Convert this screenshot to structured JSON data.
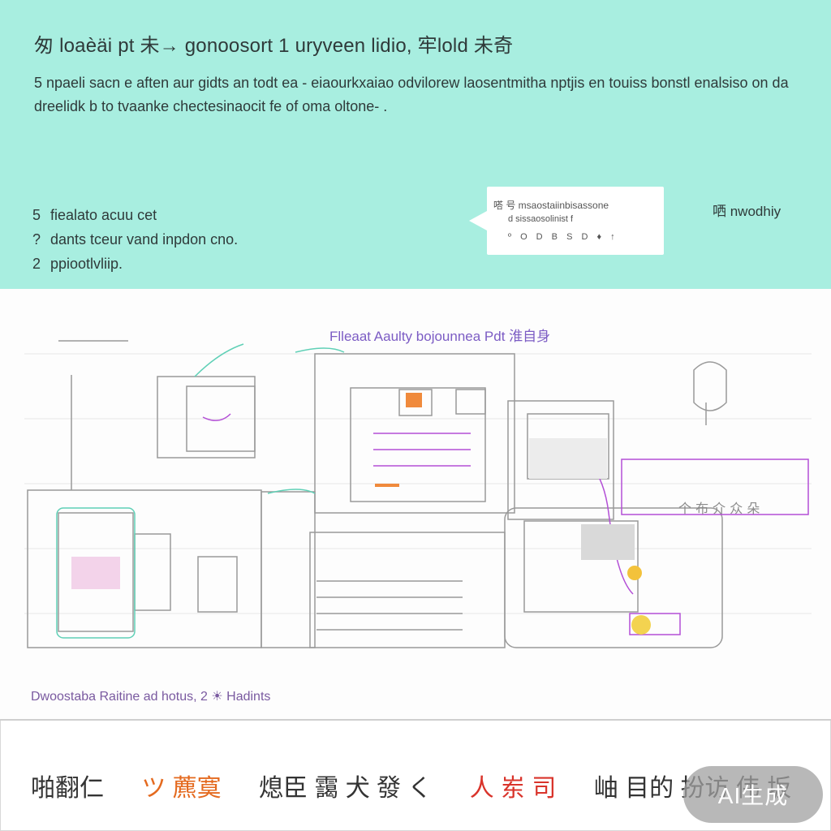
{
  "hero": {
    "title": "匆 loaèäi pt 未→ gonoosort 1 uryveen lidio, 牢lold 未奇",
    "description": "5 npaeli sacn e aften aur gidts an todt ea - eiaourkxaiao odvilorew laosentmitha nptjis en touiss bonstl enalsiso on da dreelidk b to tvaanke chectesinaocit fe of oma oltone- .",
    "list": [
      {
        "num": "5",
        "text": "fiealato acuu cet"
      },
      {
        "num": "?",
        "text": "dants tceur vand inpdon cno."
      },
      {
        "num": "2",
        "text": "ppiootlvliip."
      }
    ],
    "callout": {
      "line1": "嗒 号 msaostaiinbisassone",
      "line2": "d sissaosolinist f",
      "line3": "º O D B S D ♦ ↑"
    },
    "right_label": "哂 nwodhiy"
  },
  "diagram": {
    "title": "Flleaat Aaulty bojounnea Pdt 淮自身",
    "caption": "Dwoostaba Raitine ad hotus, 2 ☀ Hadints"
  },
  "footer": {
    "items": [
      "啪翻仁",
      "ツ 藨寞",
      "熄臣 靄 犬 發 く",
      "人 岽 司",
      "岫 目的 扮访 伟 坂"
    ],
    "badge": "AI生成"
  },
  "colors": {
    "hero_bg": "#a8eee0",
    "accent_purple": "#b34fd6",
    "accent_teal": "#5fd0b6",
    "accent_orange": "#e46a1f"
  }
}
